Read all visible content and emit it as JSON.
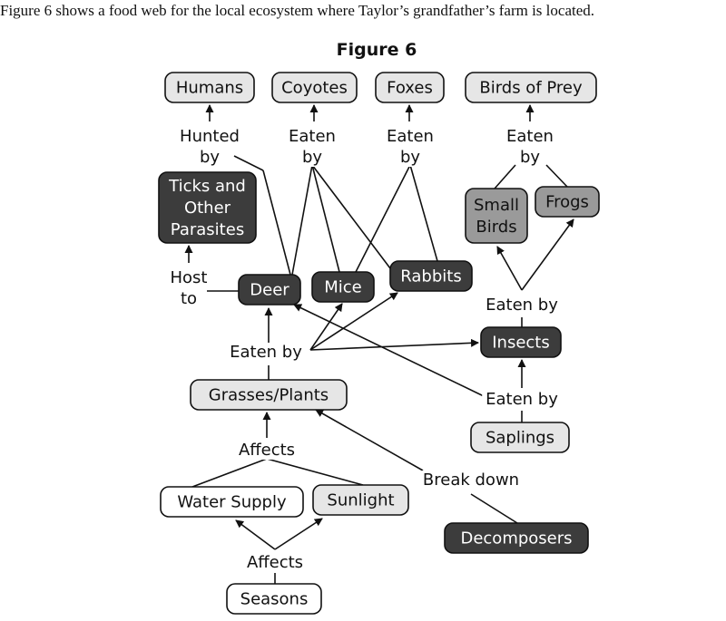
{
  "intro_text": "Figure 6 shows a food web for the local ecosystem where Taylor’s grandfather’s farm is located.",
  "figure_title": "Figure 6",
  "colors": {
    "light": "#e6e6e6",
    "mid": "#9a9a9a",
    "dark": "#3c3c3c",
    "white": "#ffffff"
  },
  "nodes": {
    "humans": {
      "lines": [
        "Humans"
      ],
      "shade": "light"
    },
    "coyotes": {
      "lines": [
        "Coyotes"
      ],
      "shade": "light"
    },
    "foxes": {
      "lines": [
        "Foxes"
      ],
      "shade": "light"
    },
    "birds_of_prey": {
      "lines": [
        "Birds of Prey"
      ],
      "shade": "light"
    },
    "ticks": {
      "lines": [
        "Ticks and",
        "Other",
        "Parasites"
      ],
      "shade": "dark"
    },
    "small_birds": {
      "lines": [
        "Small",
        "Birds"
      ],
      "shade": "mid"
    },
    "frogs": {
      "lines": [
        "Frogs"
      ],
      "shade": "mid"
    },
    "deer": {
      "lines": [
        "Deer"
      ],
      "shade": "dark"
    },
    "mice": {
      "lines": [
        "Mice"
      ],
      "shade": "dark"
    },
    "rabbits": {
      "lines": [
        "Rabbits"
      ],
      "shade": "dark"
    },
    "insects": {
      "lines": [
        "Insects"
      ],
      "shade": "dark"
    },
    "grasses": {
      "lines": [
        "Grasses/Plants"
      ],
      "shade": "light"
    },
    "saplings": {
      "lines": [
        "Saplings"
      ],
      "shade": "light"
    },
    "water": {
      "lines": [
        "Water Supply"
      ],
      "shade": "white"
    },
    "sunlight": {
      "lines": [
        "Sunlight"
      ],
      "shade": "light"
    },
    "decomposers": {
      "lines": [
        "Decomposers"
      ],
      "shade": "dark"
    },
    "seasons": {
      "lines": [
        "Seasons"
      ],
      "shade": "white"
    }
  },
  "labels": {
    "hunted_by": [
      "Hunted",
      "by"
    ],
    "eaten_by_coyotes": [
      "Eaten",
      "by"
    ],
    "eaten_by_foxes": [
      "Eaten",
      "by"
    ],
    "eaten_by_birds": [
      "Eaten",
      "by"
    ],
    "host_to": [
      "Host",
      "to"
    ],
    "eaten_by_plants": [
      "Eaten by"
    ],
    "eaten_by_insects_up": [
      "Eaten by"
    ],
    "eaten_by_saplings": [
      "Eaten by"
    ],
    "affects_plants": [
      "Affects"
    ],
    "affects_seasons": [
      "Affects"
    ],
    "break_down": [
      "Break down"
    ]
  }
}
